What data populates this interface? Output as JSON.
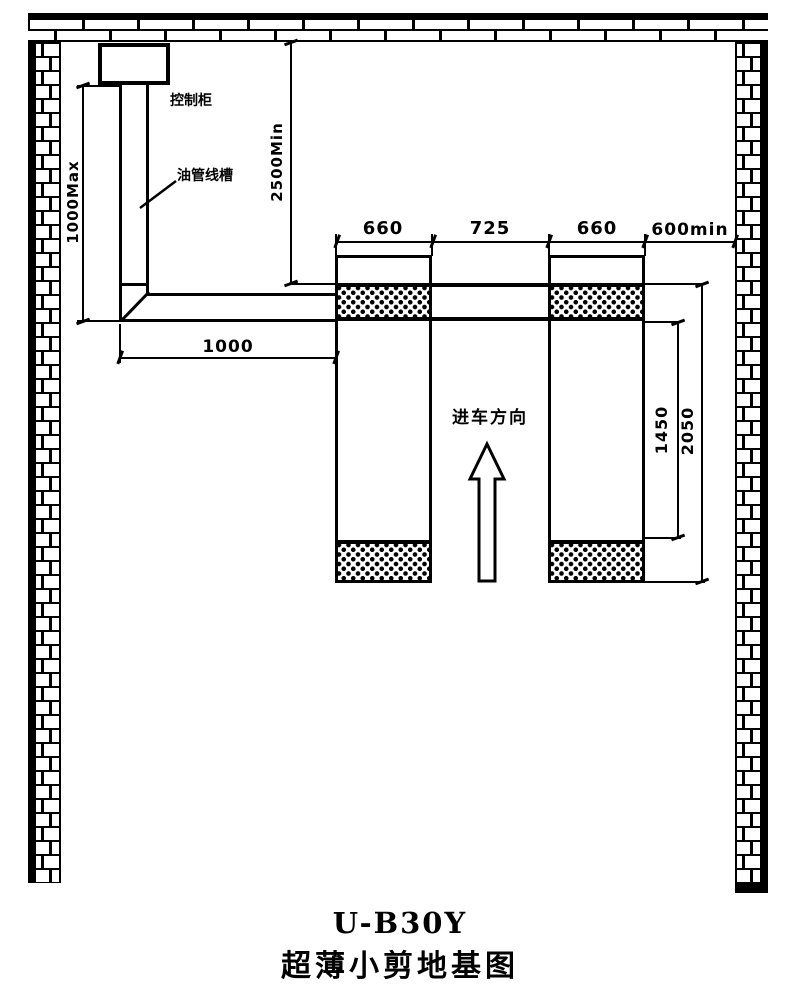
{
  "drawing": {
    "model": "U-B30Y",
    "title": "超薄小剪地基图"
  },
  "labels": {
    "control_cabinet": "控制柜",
    "pipe_trench": "油管线槽",
    "drive_direction": "进车方向"
  },
  "dimensions": {
    "platform_width_left": "660",
    "platform_gap": "725",
    "platform_width_right": "660",
    "wall_clearance": "600min",
    "cabinet_offset_max": "1000Max",
    "wall_distance_min": "2500Min",
    "trench_length": "1000",
    "pit_inner_length": "1450",
    "pit_outer_length": "2050"
  },
  "colors": {
    "line": "#000000",
    "background": "#ffffff"
  }
}
